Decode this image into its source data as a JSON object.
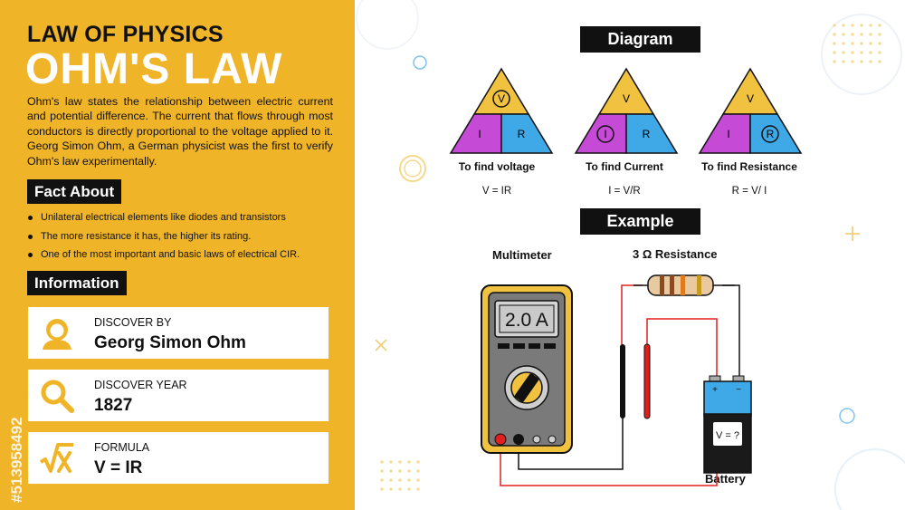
{
  "header": {
    "kicker": "LAW OF PHYSICS",
    "title": "OHM'S LAW",
    "description": "Ohm's law states the relationship between electric current and potential difference. The current that flows through most conductors is directly proportional to the voltage applied to it. Georg Simon Ohm, a German physicist was the first to verify Ohm's law experimentally."
  },
  "facts": {
    "heading": "Fact About",
    "items": [
      "Unilateral electrical elements like diodes and transistors",
      "The more resistance it has, the higher its rating.",
      "One of the most important and basic laws of electrical CIR."
    ]
  },
  "information": {
    "heading": "Information",
    "cards": [
      {
        "label": "DISCOVER BY",
        "value": "Georg Simon Ohm",
        "icon": "person-icon"
      },
      {
        "label": "DISCOVER YEAR",
        "value": "1827",
        "icon": "magnifier-icon"
      },
      {
        "label": "FORMULA",
        "value": "V = IR",
        "icon": "square-root-icon"
      }
    ]
  },
  "watermark": "#513958492",
  "diagram": {
    "heading": "Diagram",
    "triangles": [
      {
        "top": "V",
        "left": "I",
        "right": "R",
        "circled": "top",
        "caption": "To find voltage",
        "formula": "V = IR"
      },
      {
        "top": "V",
        "left": "I",
        "right": "R",
        "circled": "left",
        "caption": "To find Current",
        "formula": "I = V/R"
      },
      {
        "top": "V",
        "left": "I",
        "right": "R",
        "circled": "right",
        "caption": "To find Resistance",
        "formula": "R = V/ I"
      }
    ]
  },
  "example": {
    "heading": "Example",
    "multimeter_label": "Multimeter",
    "multimeter_display": "2.0 A",
    "resistance_label": "3 Ω  Resistance",
    "battery_label": "Battery",
    "battery_text": "V = ?",
    "battery_plus": "+",
    "battery_minus": "−"
  },
  "colors": {
    "panel": "#f0b429",
    "triangle_top": "#f0c23f",
    "triangle_left": "#c54bd6",
    "triangle_right": "#3fa9e8",
    "wire_red": "#e0201e",
    "wire_black": "#111111"
  }
}
